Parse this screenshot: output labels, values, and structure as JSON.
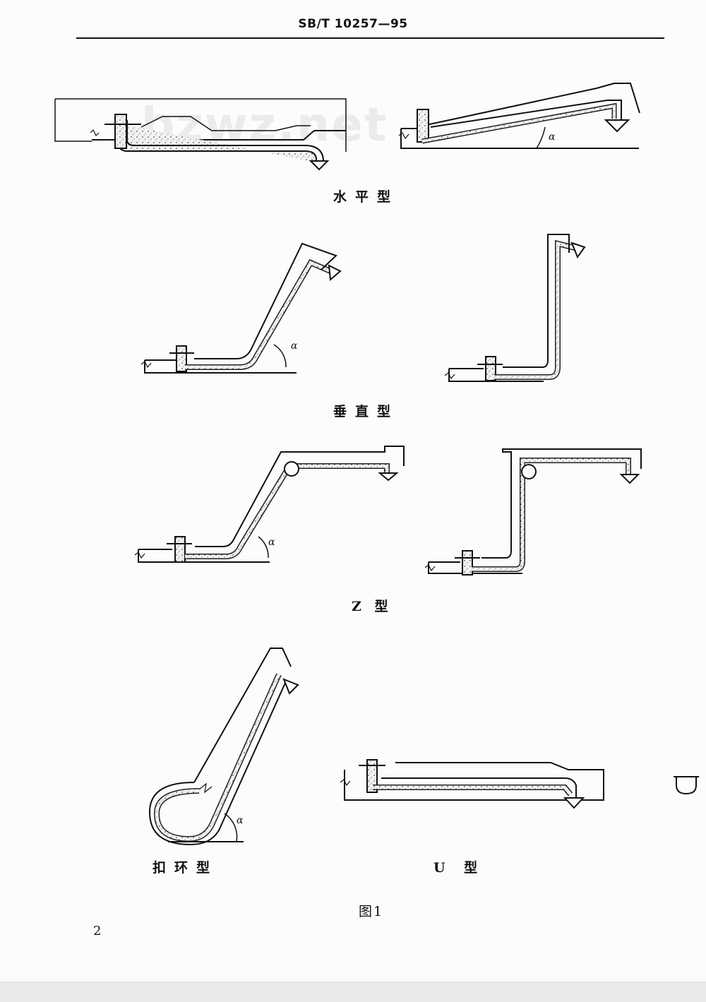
{
  "header": {
    "standard_number": "SB/T 10257—95"
  },
  "watermark": {
    "text": "bzwz.net"
  },
  "captions": {
    "horizontal": "水平型",
    "vertical": "垂直型",
    "z_type": "Z 型",
    "buckle_loop": "扣环型",
    "u_type": "U 型"
  },
  "angle_symbol": "α",
  "figure_label": "图1",
  "page_number": "2"
}
